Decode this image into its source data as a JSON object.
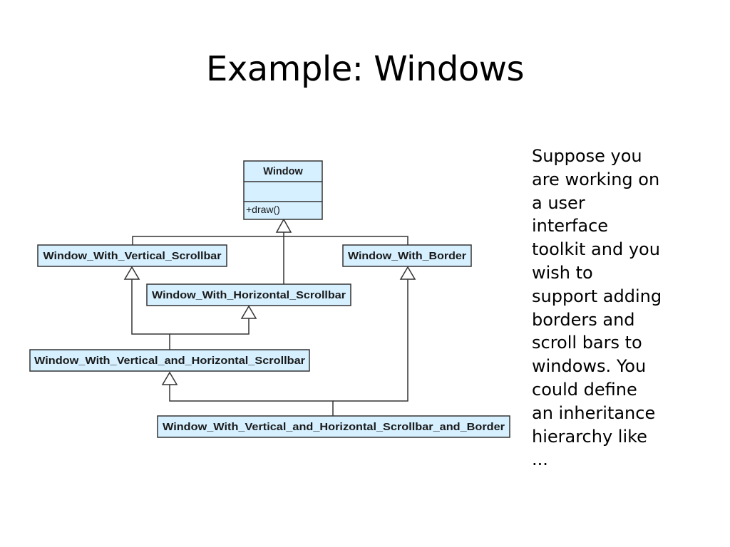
{
  "slide": {
    "title": "Example: Windows",
    "body_lines": "Suppose you\nare working on\na user\ninterface\ntoolkit and you\nwish to\nsupport adding\nborders and\nscroll bars to\nwindows. You\ncould define\nan inheritance\nhierarchy like\n..."
  },
  "diagram": {
    "classes": {
      "window": {
        "name": "Window",
        "method": "+draw()"
      },
      "vertical": {
        "name": "Window_With_Vertical_Scrollbar"
      },
      "border": {
        "name": "Window_With_Border"
      },
      "horizontal": {
        "name": "Window_With_Horizontal_Scrollbar"
      },
      "vert_horiz": {
        "name": "Window_With_Vertical_and_Horizontal_Scrollbar"
      },
      "vert_horiz_border": {
        "name": "Window_With_Vertical_and_Horizontal_Scrollbar_and_Border"
      }
    },
    "colors": {
      "box_fill": "#d6f0ff",
      "line": "#333333"
    }
  }
}
